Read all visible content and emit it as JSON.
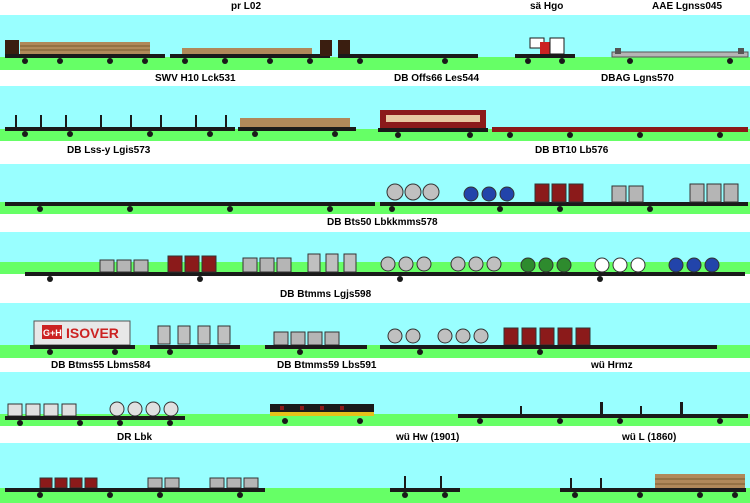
{
  "labels": {
    "pr_l02": "pr L02",
    "sa_hgo": "sä Hgo",
    "aae_lgnss045": "AAE Lgnss045",
    "swv_h10_lck531": "SWV H10 Lck531",
    "db_offs66_les544": "DB Offs66 Les544",
    "dbag_lgns570": "DBAG Lgns570",
    "db_lss_y_lgis573": "DB Lss-y Lgis573",
    "db_bt10_lb576": "DB BT10 Lb576",
    "db_bts50_lbkkmms578": "DB Bts50 Lbkkmms578",
    "db_btmms_lgjs598": "DB Btmms Lgjs598",
    "db_btms55_lbms584": "DB Btms55 Lbms584",
    "db_btmms59_lbs591": "DB Btmms59 Lbs591",
    "wu_hrmz": "wü Hrmz",
    "dr_lbk": "DR Lbk",
    "wu_hw_1901": "wü Hw (1901)",
    "wu_l_1860": "wü L (1860)"
  },
  "container_brand": "ISOVER",
  "container_logo": "G+H",
  "colors": {
    "sky": "#99ffff",
    "grass": "#66ff66",
    "frame": "#1a1a1a",
    "wood": "#b0895a",
    "wagon_red": "#8b1a1a",
    "crate_grey": "#b5b5b5",
    "green_tank": "#2e8b2e",
    "blue_tank": "#2244aa",
    "yellow_beam": "#e6c21a",
    "isover_red": "#cc2222"
  }
}
